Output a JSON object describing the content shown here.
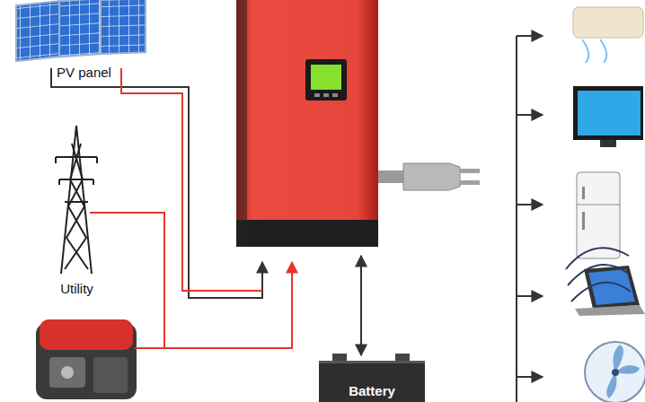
{
  "diagram": {
    "nodes": [
      {
        "text": [
          "PV panel"
        ]
      },
      {
        "text": [
          "Utility"
        ]
      },
      {
        "text": [
          "Battery"
        ]
      }
    ]
  }
}
